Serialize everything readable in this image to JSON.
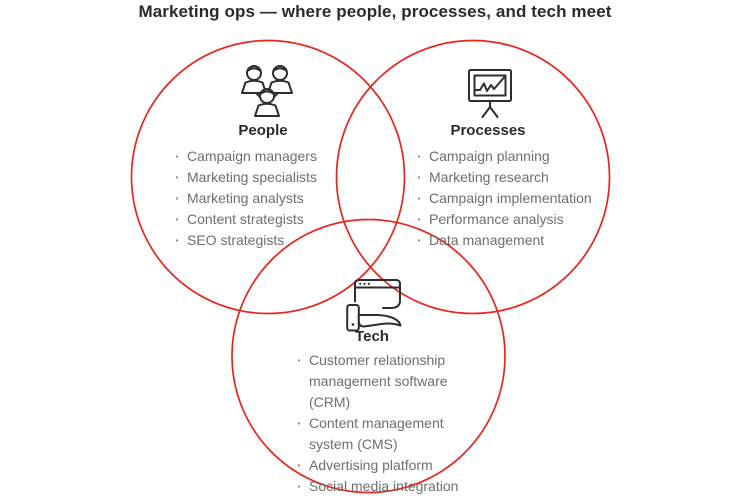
{
  "title": "Marketing ops — where people, processes, and tech meet",
  "colors": {
    "circle_stroke": "#e8251c",
    "icon_stroke": "#2d2d2d",
    "heading_text": "#2b2b2b",
    "list_text": "#6e6e6e",
    "background": "#ffffff"
  },
  "venn": {
    "people": {
      "label": "People",
      "icon": "people-group-icon",
      "items": [
        "Campaign managers",
        "Marketing specialists",
        "Marketing analysts",
        "Content strategists",
        "SEO strategists"
      ]
    },
    "processes": {
      "label": "Processes",
      "icon": "presentation-chart-icon",
      "items": [
        "Campaign planning",
        "Marketing research",
        "Campaign implementation",
        "Performance analysis",
        "Data management"
      ]
    },
    "tech": {
      "label": "Tech",
      "icon": "browser-hand-icon",
      "items": [
        "Customer relationship management software (CRM)",
        "Content management system (CMS)",
        "Advertising platform",
        "Social media integration"
      ]
    }
  }
}
